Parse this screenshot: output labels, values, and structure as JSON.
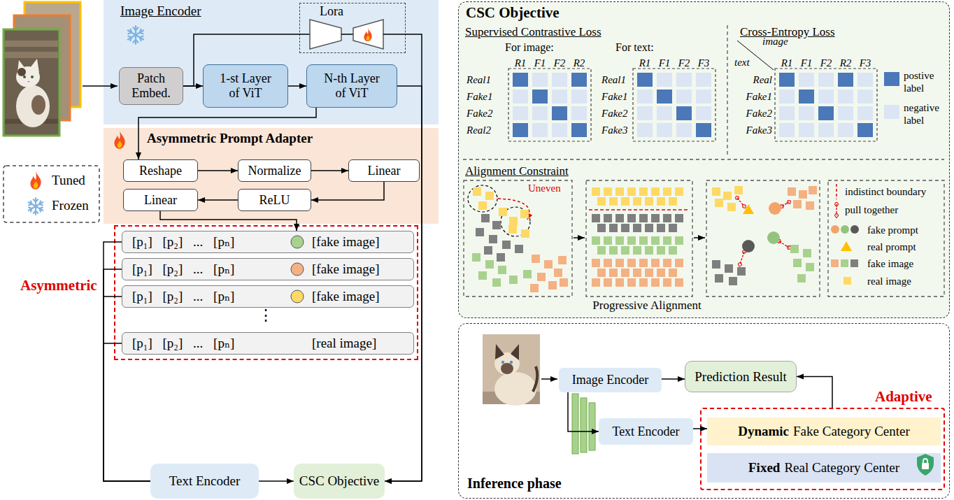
{
  "diagram": {
    "nodes": [
      {
        "text": [
          "Image Encoder"
        ]
      },
      {
        "text": [
          "Patch Embed."
        ],
        "in": 0
      },
      {
        "text": [
          "1-st Layer of ViT"
        ],
        "in": 0
      },
      {
        "text": [
          "N-th Layer of ViT"
        ],
        "in": 0
      },
      {
        "text": [
          "Lora"
        ],
        "in": 0
      },
      {
        "text": [
          "Asymmetric Prompt Adapter"
        ]
      },
      {
        "text": [
          "Reshape"
        ],
        "in": 5
      },
      {
        "text": [
          "Normalize"
        ],
        "in": 5
      },
      {
        "text": [
          "Linear"
        ],
        "in": 5
      },
      {
        "text": [
          "ReLU"
        ],
        "in": 5
      },
      {
        "text": [
          "Linear"
        ],
        "in": 5
      },
      {
        "text": [
          "Asymmetric"
        ]
      },
      {
        "text": [
          "[p₁] [p₂] ... [pₙ]",
          "[fake image]"
        ],
        "in": 11
      },
      {
        "text": [
          "[p₁] [p₂] ... [pₙ]",
          "[fake image]"
        ],
        "in": 11
      },
      {
        "text": [
          "[p₁] [p₂] ... [pₙ]",
          "[fake image]"
        ],
        "in": 11
      },
      {
        "text": [
          "[p₁] [p₂] ... [pₙ]",
          "[real image]"
        ],
        "in": 11
      },
      {
        "text": [
          "Text Encoder"
        ]
      },
      {
        "text": [
          "CSC Objective"
        ]
      },
      {
        "text": [
          "CSC Objective"
        ]
      },
      {
        "text": [
          "Inference phase"
        ]
      },
      {
        "text": [
          "Image Encoder"
        ],
        "in": 19
      },
      {
        "text": [
          "Prediction Result"
        ],
        "in": 19
      },
      {
        "text": [
          "Text Encoder"
        ],
        "in": 19
      },
      {
        "text": [
          "Adaptive"
        ],
        "in": 19
      },
      {
        "text": [
          "Dynamic",
          "Fake Category Center"
        ],
        "in": 23
      },
      {
        "text": [
          "Fixed",
          "Real Category Center"
        ],
        "in": 23
      }
    ],
    "edges": [
      {
        "from": 1,
        "to": 2,
        "arrow": "to"
      },
      {
        "from": 2,
        "to": 3,
        "arrow": "to"
      },
      {
        "from": 1,
        "to": 4,
        "arrow": "none"
      },
      {
        "from": 3,
        "to": 6,
        "arrow": "to"
      },
      {
        "from": 6,
        "to": 7,
        "arrow": "to"
      },
      {
        "from": 7,
        "to": 8,
        "arrow": "to"
      },
      {
        "from": 8,
        "to": 9,
        "arrow": "to"
      },
      {
        "from": 9,
        "to": 10,
        "arrow": "to"
      },
      {
        "from": 10,
        "to": 12,
        "arrow": "to"
      },
      {
        "from": 12,
        "to": 16,
        "arrow": "none"
      },
      {
        "from": 13,
        "to": 16,
        "arrow": "none"
      },
      {
        "from": 14,
        "to": 16,
        "arrow": "none"
      },
      {
        "from": 15,
        "to": 16,
        "arrow": "none"
      },
      {
        "from": 16,
        "to": 17,
        "arrow": "to"
      },
      {
        "from": 3,
        "to": 17,
        "arrow": "to"
      },
      {
        "from": 4,
        "to": 17,
        "arrow": "to"
      },
      {
        "from": 20,
        "to": 21,
        "arrow": "to"
      },
      {
        "from": 20,
        "to": 22,
        "arrow": "to"
      },
      {
        "from": 22,
        "to": 24,
        "arrow": "to"
      },
      {
        "from": 23,
        "to": 21,
        "arrow": "to"
      }
    ],
    "labels": [
      "Supervised Contrastive Loss",
      "For image:",
      "For text:",
      "R1",
      "F1",
      "F2",
      "R2",
      "Real1",
      "Fake1",
      "Fake2",
      "Real2",
      "R1",
      "F1",
      "F2",
      "F3",
      "Real1",
      "Fake1",
      "Fake2",
      "Fake3",
      "Cross-Entropy Loss",
      "image",
      "text",
      "R1",
      "F1",
      "F2",
      "R2",
      "F3",
      "Real",
      "Fake1",
      "Fake2",
      "Fake3",
      "Alignment Constraint",
      "Uneven",
      "Progressive Alignment",
      "⋮"
    ],
    "legend": [
      {
        "text": "Tuned"
      },
      {
        "text": "Frozen"
      },
      {
        "text": "postive label",
        "color": "#4a78b8"
      },
      {
        "text": "negative label",
        "color": "#dbe5f3"
      },
      {
        "text": "indistinct boundary"
      },
      {
        "text": "pull together"
      },
      {
        "text": "fake prompt"
      },
      {
        "text": "real prompt"
      },
      {
        "text": "fake image"
      },
      {
        "text": "real image"
      }
    ]
  }
}
